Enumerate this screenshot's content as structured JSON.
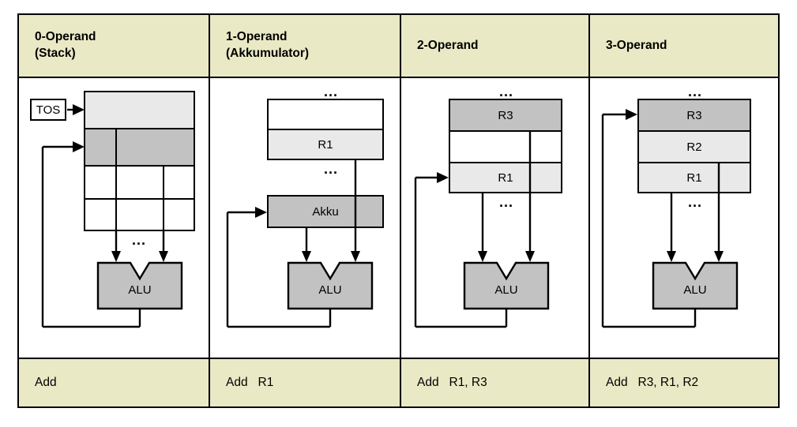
{
  "diagram": {
    "title_row": [
      {
        "id": "col0",
        "label": "0-Operand\n(Stack)"
      },
      {
        "id": "col1",
        "label": "1-Operand\n(Akkumulator)"
      },
      {
        "id": "col2",
        "label": "2-Operand"
      },
      {
        "id": "col3",
        "label": "3-Operand"
      }
    ],
    "instruction_row": [
      {
        "id": "ins0",
        "text": "Add"
      },
      {
        "id": "ins1",
        "text": "Add   R1"
      },
      {
        "id": "ins2",
        "text": "Add   R1, R3"
      },
      {
        "id": "ins3",
        "text": "Add   R3, R1, R2"
      }
    ],
    "columns": [
      {
        "id": "col0",
        "tos_label": "TOS",
        "alu_label": "ALU",
        "ellipsis": "...",
        "cells": [
          {
            "label": "",
            "shade": "light"
          },
          {
            "label": "",
            "shade": "dark"
          },
          {
            "label": "",
            "shade": "white"
          },
          {
            "label": "",
            "shade": "white"
          }
        ]
      },
      {
        "id": "col1",
        "alu_label": "ALU",
        "accumulator_label": "Akku",
        "ellipsis_top": "...",
        "ellipsis_bottom": "...",
        "cells": [
          {
            "label": "",
            "shade": "white"
          },
          {
            "label": "R1",
            "shade": "light"
          }
        ]
      },
      {
        "id": "col2",
        "alu_label": "ALU",
        "ellipsis_top": "...",
        "ellipsis_bottom": "...",
        "cells": [
          {
            "label": "R3",
            "shade": "dark"
          },
          {
            "label": "",
            "shade": "white"
          },
          {
            "label": "R1",
            "shade": "light"
          }
        ]
      },
      {
        "id": "col3",
        "alu_label": "ALU",
        "ellipsis_top": "...",
        "ellipsis_bottom": "...",
        "cells": [
          {
            "label": "R3",
            "shade": "dark"
          },
          {
            "label": "R2",
            "shade": "light"
          },
          {
            "label": "R1",
            "shade": "light"
          }
        ]
      }
    ],
    "colors": {
      "header_bg": "#e9e9c5",
      "shade_light": "#e9e9e9",
      "shade_dark": "#c2c2c2",
      "line": "#000000",
      "page_bg": "#ffffff"
    }
  }
}
